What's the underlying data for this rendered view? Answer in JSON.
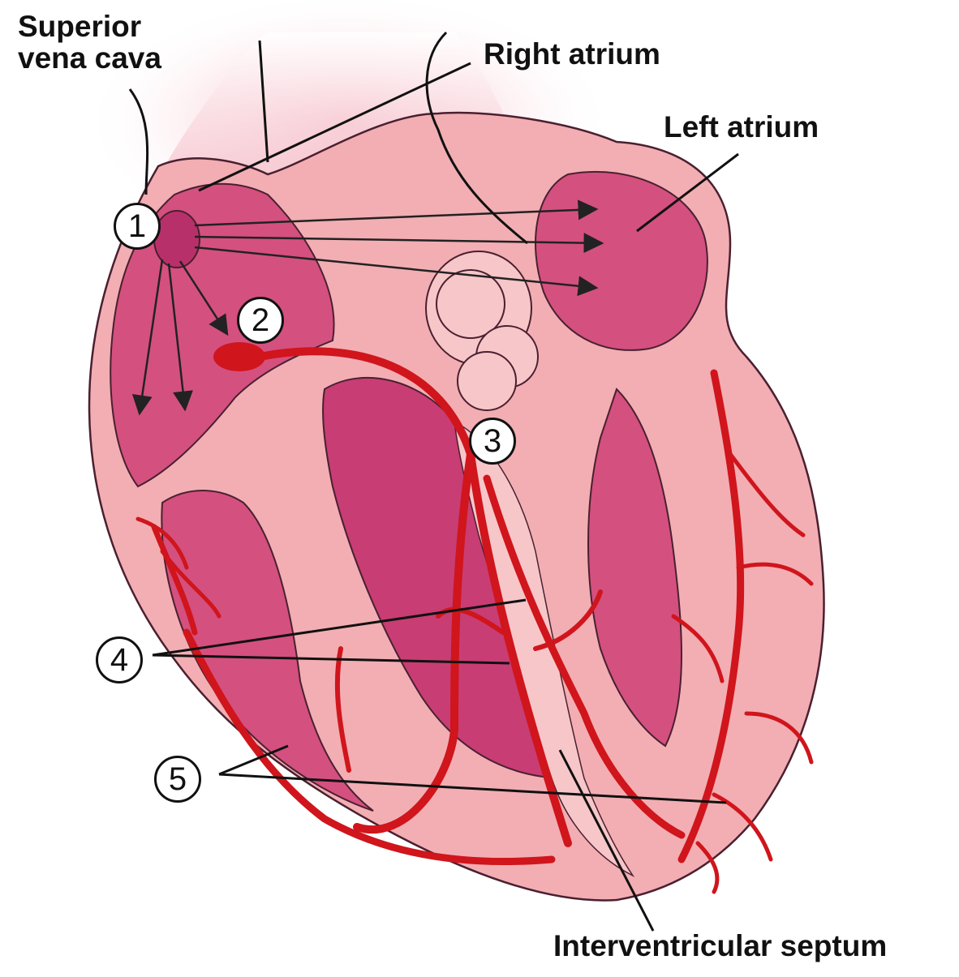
{
  "labels": {
    "superior_vena_cava_line1": "Superior",
    "superior_vena_cava_line2": "vena cava",
    "right_atrium": "Right atrium",
    "left_atrium": "Left atrium",
    "interventricular_septum": "Interventricular septum"
  },
  "markers": [
    "1",
    "2",
    "3",
    "4",
    "5"
  ],
  "colors": {
    "tissue_outer": "#f2aeb3",
    "tissue_light": "#f7c6c9",
    "chamber": "#d4507f",
    "chamber_dark": "#b8306a",
    "conduction": "#d0151c",
    "outline": "#4a2030"
  }
}
